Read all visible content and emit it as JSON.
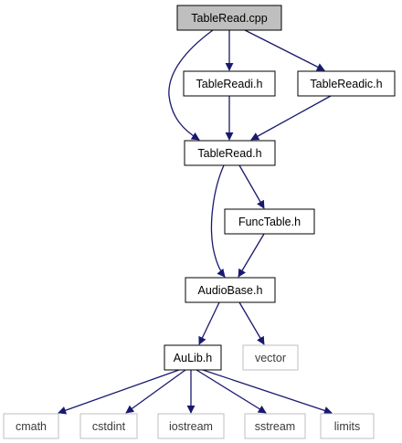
{
  "graph": {
    "colors": {
      "edge": "#191970",
      "root_fill": "#bfbfbf",
      "node_fill": "#ffffff",
      "node_stroke": "#000000",
      "external_stroke": "#bfbfbf"
    },
    "nodes": [
      {
        "id": "tableread_cpp",
        "label": "TableRead.cpp",
        "style": "root"
      },
      {
        "id": "tablereadi_h",
        "label": "TableReadi.h",
        "style": "internal"
      },
      {
        "id": "tablereadic_h",
        "label": "TableReadic.h",
        "style": "internal"
      },
      {
        "id": "tableread_h",
        "label": "TableRead.h",
        "style": "internal"
      },
      {
        "id": "functable_h",
        "label": "FuncTable.h",
        "style": "internal"
      },
      {
        "id": "audiobase_h",
        "label": "AudioBase.h",
        "style": "internal"
      },
      {
        "id": "aulib_h",
        "label": "AuLib.h",
        "style": "internal"
      },
      {
        "id": "vector",
        "label": "vector",
        "style": "external"
      },
      {
        "id": "cmath",
        "label": "cmath",
        "style": "external"
      },
      {
        "id": "cstdint",
        "label": "cstdint",
        "style": "external"
      },
      {
        "id": "iostream",
        "label": "iostream",
        "style": "external"
      },
      {
        "id": "sstream",
        "label": "sstream",
        "style": "external"
      },
      {
        "id": "limits",
        "label": "limits",
        "style": "external"
      }
    ],
    "edges": [
      {
        "from": "tableread_cpp",
        "to": "tableread_h"
      },
      {
        "from": "tableread_cpp",
        "to": "tablereadi_h"
      },
      {
        "from": "tableread_cpp",
        "to": "tablereadic_h"
      },
      {
        "from": "tablereadi_h",
        "to": "tableread_h"
      },
      {
        "from": "tablereadic_h",
        "to": "tableread_h"
      },
      {
        "from": "tableread_h",
        "to": "audiobase_h"
      },
      {
        "from": "tableread_h",
        "to": "functable_h"
      },
      {
        "from": "functable_h",
        "to": "audiobase_h"
      },
      {
        "from": "audiobase_h",
        "to": "aulib_h"
      },
      {
        "from": "audiobase_h",
        "to": "vector"
      },
      {
        "from": "aulib_h",
        "to": "cmath"
      },
      {
        "from": "aulib_h",
        "to": "cstdint"
      },
      {
        "from": "aulib_h",
        "to": "iostream"
      },
      {
        "from": "aulib_h",
        "to": "sstream"
      },
      {
        "from": "aulib_h",
        "to": "limits"
      }
    ]
  }
}
